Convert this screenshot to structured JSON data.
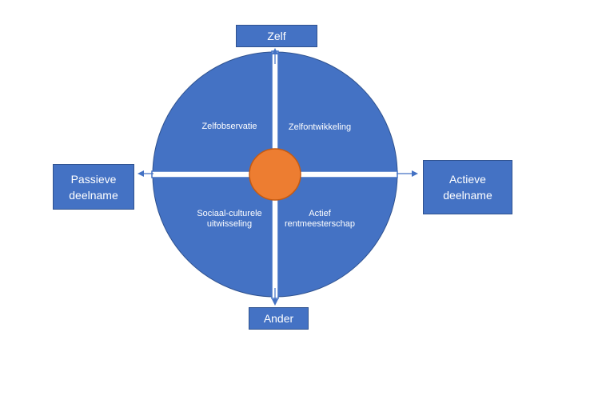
{
  "colors": {
    "primary": "#4472c4",
    "primary_border": "#2f528f",
    "center": "#ed7d31",
    "center_border": "#c55a11",
    "axis_fill": "#ffffff"
  },
  "axis": {
    "top": "Zelf",
    "bottom": "Ander",
    "left": "Passieve\ndeelname",
    "right": "Actieve\ndeelname"
  },
  "quadrants": {
    "top_left": "Zelfobservatie",
    "top_right": "Zelfontwikkeling",
    "bottom_left": "Sociaal-culturele\nuitwisseling",
    "bottom_right": "Actief\nrentmeesterschap"
  }
}
